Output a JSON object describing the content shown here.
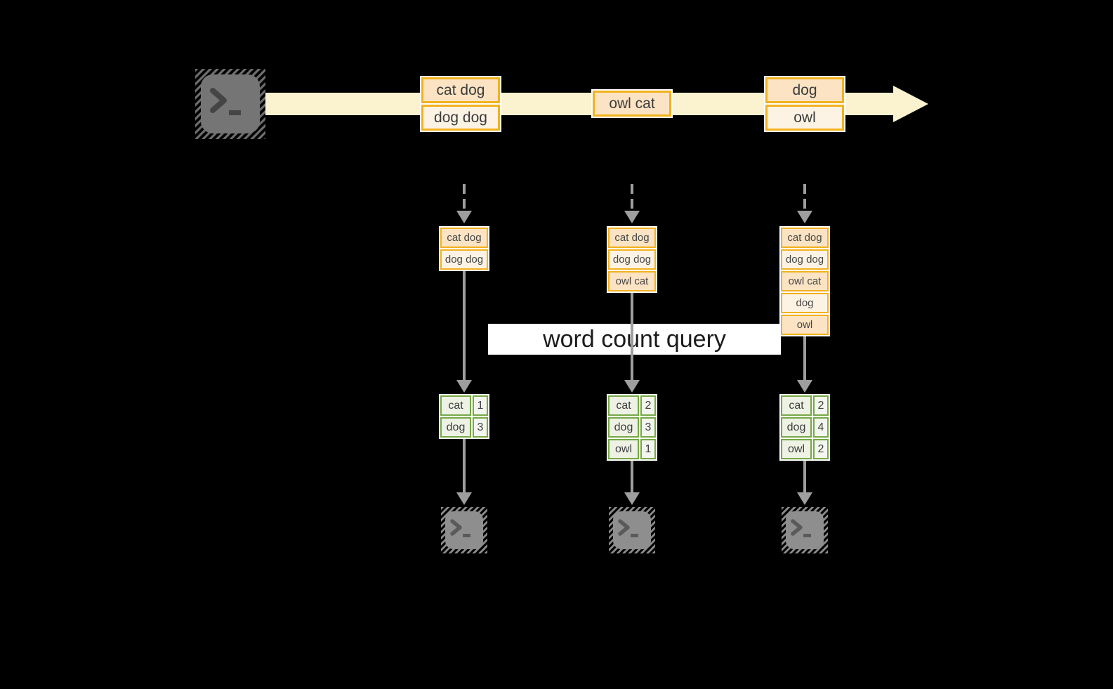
{
  "diagram": {
    "query_label": "word count query"
  },
  "stream": {
    "events": [
      {
        "cells": [
          "cat dog",
          "dog dog"
        ]
      },
      {
        "cells": [
          "owl cat"
        ]
      },
      {
        "cells": [
          "dog",
          "owl"
        ]
      }
    ]
  },
  "columns": [
    {
      "buffer": [
        "cat dog",
        "dog dog"
      ],
      "counts": [
        [
          "cat",
          "1"
        ],
        [
          "dog",
          "3"
        ]
      ]
    },
    {
      "buffer": [
        "cat dog",
        "dog dog",
        "owl cat"
      ],
      "counts": [
        [
          "cat",
          "2"
        ],
        [
          "dog",
          "3"
        ],
        [
          "owl",
          "1"
        ]
      ]
    },
    {
      "buffer": [
        "cat dog",
        "dog dog",
        "owl cat",
        "dog",
        "owl"
      ],
      "counts": [
        [
          "cat",
          "2"
        ],
        [
          "dog",
          "4"
        ],
        [
          "owl",
          "2"
        ]
      ]
    }
  ],
  "icons": {
    "source": "terminal-icon",
    "sinks": [
      "terminal-icon",
      "terminal-icon",
      "terminal-icon"
    ]
  },
  "colors": {
    "background": "#000000",
    "stream_band": "#fbf2d0",
    "event_border": "#f2b21e",
    "event_fill_dark": "#fbe3c3",
    "event_fill_light": "#fdf3e4",
    "table_border": "#76a845",
    "table_fill": "#edf2e5",
    "arrow_gray": "#9e9e9e",
    "label_bg": "#ffffff"
  }
}
